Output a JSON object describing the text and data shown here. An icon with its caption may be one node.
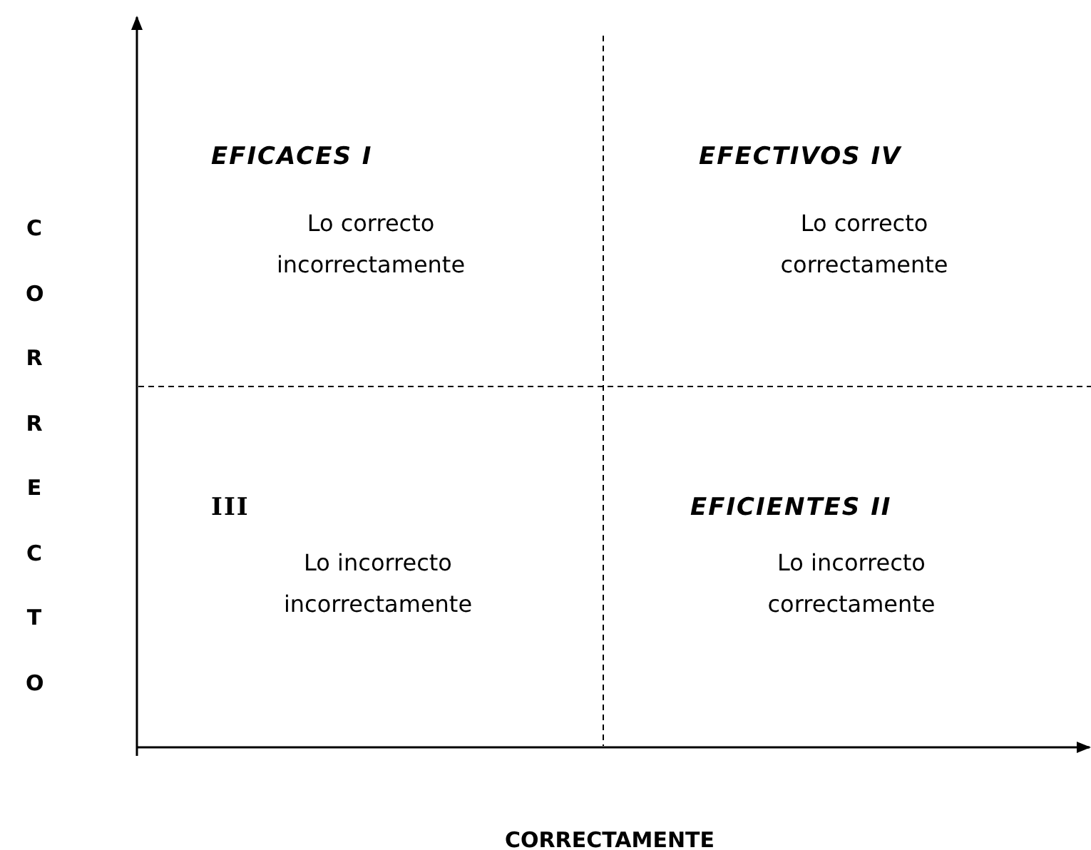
{
  "diagram": {
    "labels": [
      "EFICACES I",
      "EFECTIVOS IV",
      "Lo correcto incorrectamente",
      "Lo correcto correctamente",
      "CORRECTO",
      "III",
      "EFICIENTES II",
      "Lo incorrecto incorrectamente",
      "Lo incorrecto correctamente",
      "CORRECTAMENTE"
    ]
  }
}
